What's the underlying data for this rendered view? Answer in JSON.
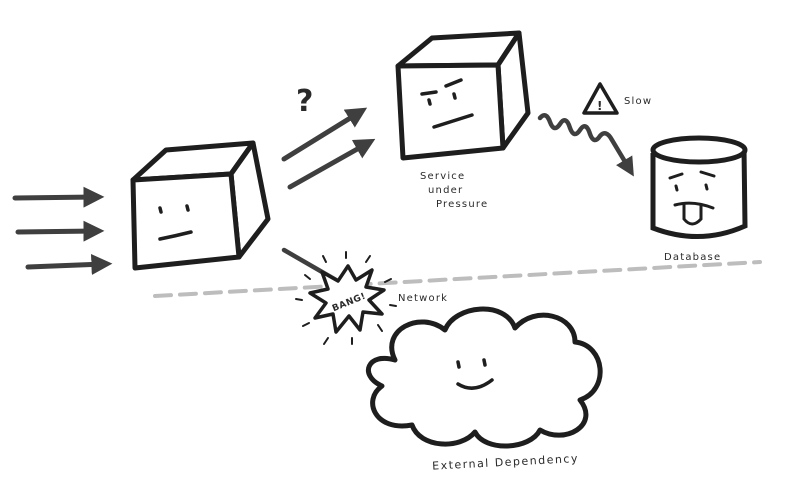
{
  "diagram": {
    "question_mark": "?",
    "labels": {
      "service": [
        "Service",
        "under",
        "Pressure"
      ],
      "slow": "Slow",
      "database": "Database",
      "network": "Network",
      "external": "External Dependency",
      "bang": "BANG!",
      "warning_glyph": "!"
    },
    "colors": {
      "ink": "#1e1e1e",
      "arrow": "#3f3f3f",
      "dashed_line": "#bdbdbd"
    }
  }
}
